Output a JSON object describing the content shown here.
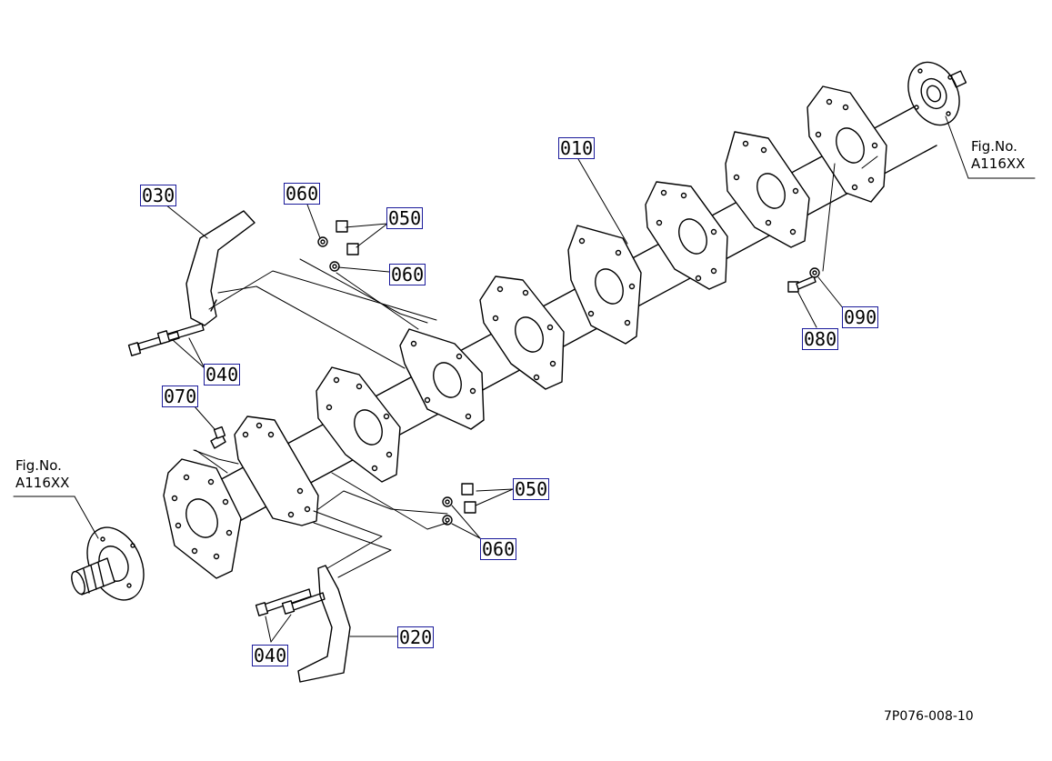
{
  "callouts": {
    "p010": "010",
    "p020": "020",
    "p030": "030",
    "p040_top": "040",
    "p040_bottom": "040",
    "p050_top": "050",
    "p050_bottom": "050",
    "p060_top_a": "060",
    "p060_top_b": "060",
    "p060_bottom": "060",
    "p070": "070",
    "p080": "080",
    "p090": "090"
  },
  "figure_refs": {
    "right": {
      "line1": "Fig.No.",
      "line2": "A116XX"
    },
    "left": {
      "line1": "Fig.No.",
      "line2": "A116XX"
    }
  },
  "document_number": "7P076-008-10",
  "colors": {
    "line": "#000000",
    "callout_border": "#1a1a9a",
    "background": "#ffffff"
  }
}
